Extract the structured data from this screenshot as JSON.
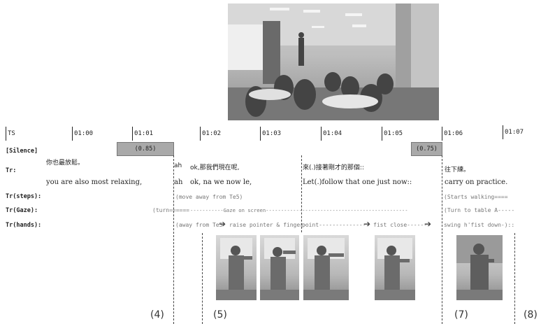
{
  "timeline": {
    "ts_label": "TS",
    "ticks": [
      "01:00",
      "01:01",
      "01:02",
      "01:03",
      "01:04",
      "01:05",
      "01:06",
      "01:07"
    ]
  },
  "rows": {
    "silence": "[Silence]",
    "tr": "Tr:",
    "steps": "Tr(steps):",
    "gaze": "Tr(Gaze):",
    "hands": "Tr(hands):"
  },
  "silence": {
    "first": "(0.85)",
    "second": "(0.75)"
  },
  "utterances": {
    "cn_1": "你也最放鬆。",
    "en_1": "you are also most relaxing,",
    "cn_ah": "ah",
    "en_ah": "ah",
    "cn_2": "ok,那我們現在呢,",
    "en_2": "ok, na we now le,",
    "cn_3": "來(.)接著剛才的那個::",
    "en_3": "Let(.)follow that one just now::",
    "cn_4": "往下練。",
    "en_4": "carry on practice."
  },
  "actions": {
    "steps_1": "(move away from Te5)",
    "steps_2": "(Starts walking====",
    "gaze_turn": "(turn======",
    "gaze_screen": "-----------Gaze on screen-----------------------------------------------",
    "gaze_table": "(Turn to table A-----",
    "hands_1": "(away from Te5",
    "hands_1b": "raise pointer & finger-",
    "hands_2": "point--------------",
    "hands_2b": "fist close------",
    "hands_3": "swing h'fist down-)::"
  },
  "panels": [
    "(4)",
    "(5)",
    "(7)",
    "(8)"
  ]
}
